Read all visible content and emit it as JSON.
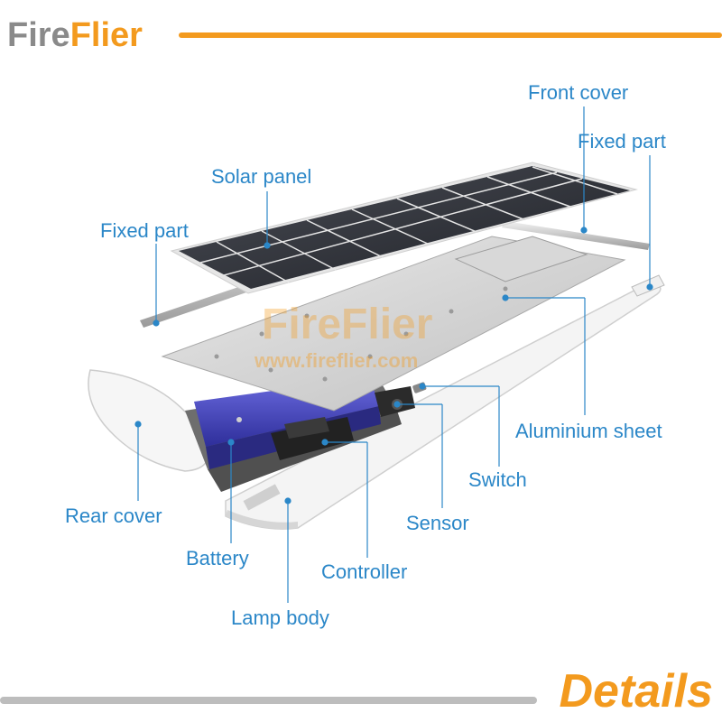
{
  "brand": {
    "part1": "Fire",
    "part2": "Flier"
  },
  "watermark": {
    "brand": "FireFlier",
    "url": "www.fireflier.com"
  },
  "footer": {
    "title": "Details"
  },
  "labels": {
    "front_cover": "Front cover",
    "fixed_part_right": "Fixed part",
    "solar_panel": "Solar panel",
    "fixed_part_left": "Fixed part",
    "aluminium_sheet": "Aluminium sheet",
    "switch": "Switch",
    "sensor": "Sensor",
    "rear_cover": "Rear cover",
    "battery": "Battery",
    "controller": "Controller",
    "lamp_body": "Lamp body"
  },
  "colors": {
    "accent": "#f39a1e",
    "label": "#2b87c8",
    "brand_gray": "#8a8a8a",
    "battery": "#4a4ac8"
  }
}
